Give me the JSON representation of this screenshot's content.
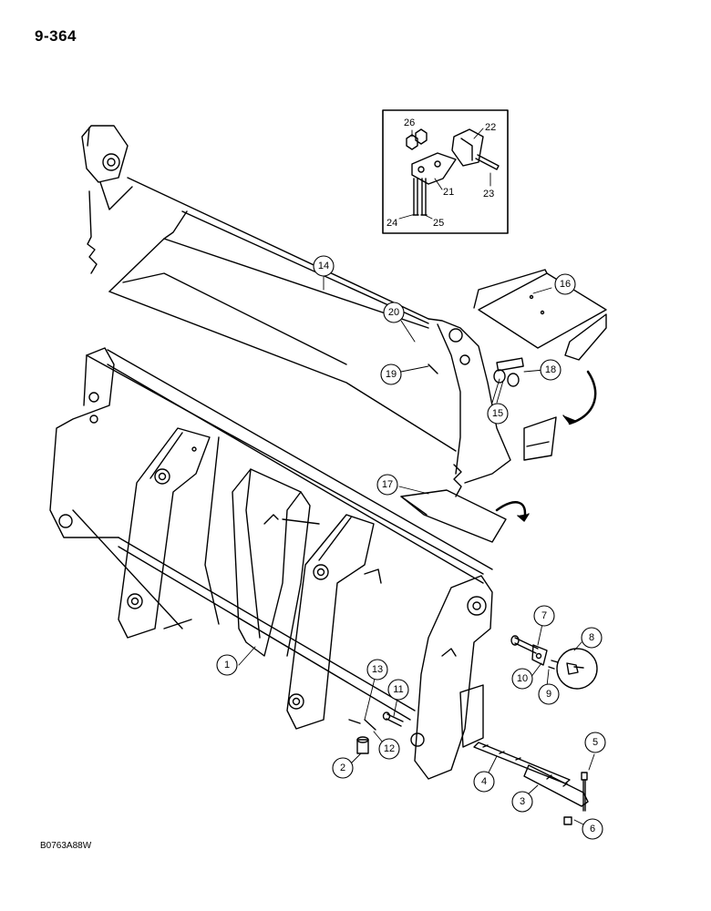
{
  "page_number": "9-364",
  "drawing_code": "B0763A88W",
  "callouts": [
    "1",
    "2",
    "3",
    "4",
    "5",
    "6",
    "7",
    "8",
    "9",
    "10",
    "11",
    "12",
    "13",
    "14",
    "15",
    "16",
    "17",
    "18",
    "19",
    "20"
  ],
  "inset_labels": [
    "21",
    "22",
    "23",
    "24",
    "25",
    "26"
  ],
  "colors": {
    "line": "#000000",
    "background": "#ffffff"
  }
}
